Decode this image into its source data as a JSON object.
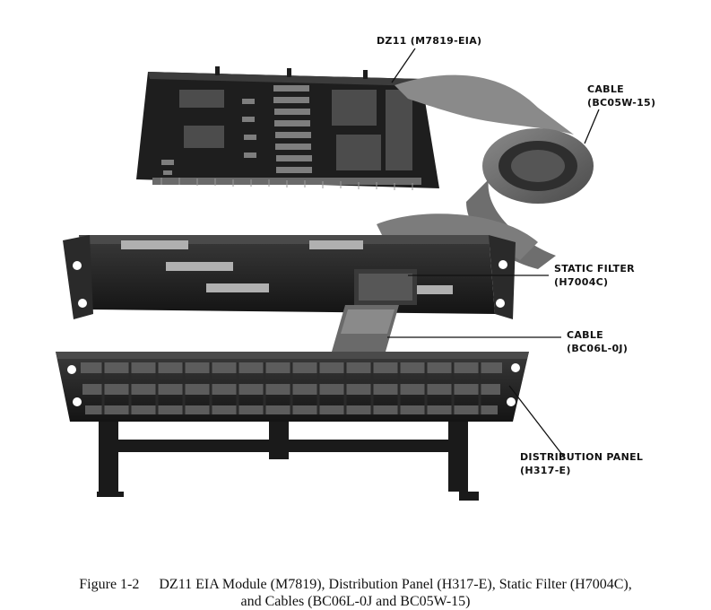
{
  "labels": {
    "dz11_line1": "DZ11 (M7819-EIA)",
    "cable_top_line1": "CABLE",
    "cable_top_line2": "(BC05W-15)",
    "static_filter_line1": "STATIC FILTER",
    "static_filter_line2": "(H7004C)",
    "cable_mid_line1": "CABLE",
    "cable_mid_line2": "(BC06L-0J)",
    "distribution_line1": "DISTRIBUTION PANEL",
    "distribution_line2": "(H317-E)"
  },
  "caption": {
    "figure_number": "Figure 1-2",
    "line1": "DZ11 EIA Module (M7819), Distribution Panel (H317-E), Static Filter (H7004C),",
    "line2": "and Cables (BC06L-0J and BC05W-15)"
  }
}
